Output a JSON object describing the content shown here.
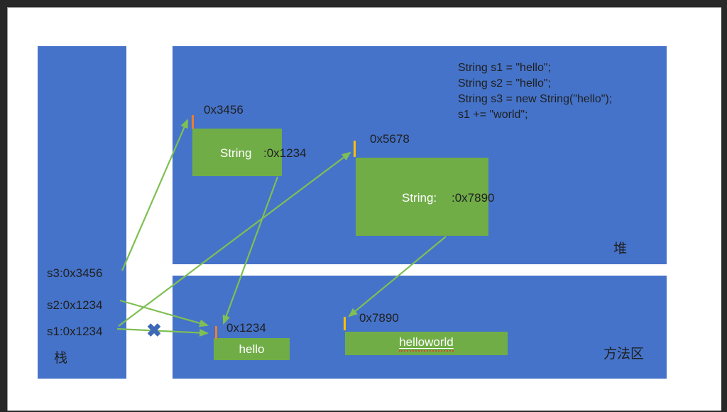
{
  "colors": {
    "panel_blue": "#4573C9",
    "box_green": "#70AD47",
    "arrow_green": "#7FBF54",
    "tick_orange": "#ED7D31",
    "tick_yellow": "#FFC000",
    "cross_blue": "#3E68B8",
    "ink": "#1F1F1F",
    "frame_dark": "#282828"
  },
  "code": {
    "lines": [
      "String s1 = \"hello\";",
      "String s2 = \"hello\";",
      "String s3 = new String(\"hello\");",
      "s1 += \"world\";"
    ]
  },
  "stack": {
    "label": "栈",
    "items": [
      "s3:0x3456",
      "s2:0x1234",
      "s1:0x1234"
    ]
  },
  "heap": {
    "label": "堆",
    "objects": [
      {
        "address": "0x3456",
        "type_label": "String",
        "ref_label": ":0x1234"
      },
      {
        "address": "0x5678",
        "type_label": "String:",
        "ref_label": ":0x7890"
      }
    ]
  },
  "method_area": {
    "label": "方法区",
    "constants": [
      {
        "address": "0x1234",
        "value": "hello"
      },
      {
        "address": "0x7890",
        "value": "helloworld"
      }
    ]
  },
  "pointers": [
    {
      "from": "s3",
      "to": "0x3456"
    },
    {
      "from": "s2",
      "to": "0x1234"
    },
    {
      "from": "s1",
      "to": "0x1234",
      "invalidated": true
    },
    {
      "from": "s1",
      "to": "0x5678"
    },
    {
      "from": "heap 0x3456",
      "to": "0x1234"
    },
    {
      "from": "heap 0x5678",
      "to": "0x7890"
    }
  ],
  "icons": {
    "invalid_cross_glyph": "✖"
  }
}
